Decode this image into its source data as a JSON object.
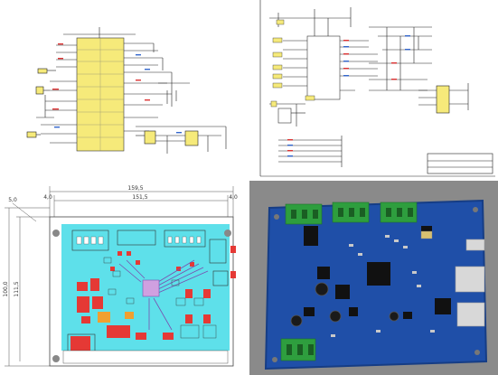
{
  "panels": {
    "schematic_left": {
      "kind": "schematic"
    },
    "schematic_right": {
      "kind": "schematic"
    },
    "pcb_layout": {
      "kind": "pcb-drawing",
      "dimensions": {
        "total_width": "159,5",
        "inner_width": "151,5",
        "left_offset": "4,0",
        "right_offset": "4,0",
        "top_margin": "5,0",
        "total_height": "100,0",
        "inner_height": "111,5"
      },
      "colors": {
        "board": "#5ee0ea",
        "pads": "#e53935"
      }
    },
    "pcb_photo": {
      "kind": "photo",
      "colors": {
        "board": "#1f4fa8",
        "connectors": "#2e9e3e",
        "background": "#8a8a8a"
      }
    }
  }
}
